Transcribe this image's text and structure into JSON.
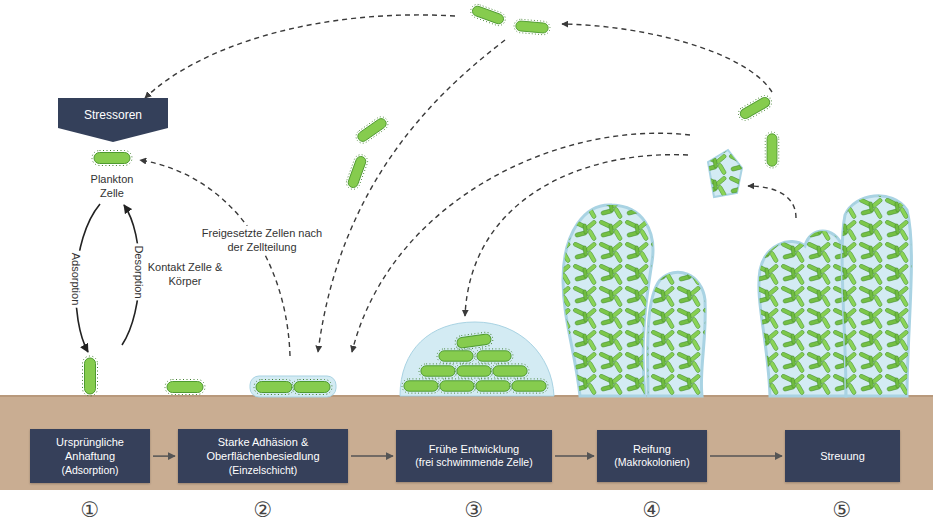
{
  "diagram": {
    "nodes": [
      {
        "text": [
          "Stressoren"
        ]
      },
      {
        "text": [
          "Ursprüngliche Anhaftung",
          "(Adsorption)"
        ]
      },
      {
        "text": [
          "Starke Adhäsion & Oberflächenbesiedlung",
          "(Einzelschicht)"
        ]
      },
      {
        "text": [
          "Frühe Entwicklung",
          "(frei schwimmende Zelle)"
        ]
      },
      {
        "text": [
          "Reifung",
          "(Makrokolonien)"
        ]
      },
      {
        "text": [
          "Streuung"
        ]
      }
    ],
    "edges": [
      {
        "from": 1,
        "to": 2,
        "arrow": "to"
      },
      {
        "from": 2,
        "to": 3,
        "arrow": "to"
      },
      {
        "from": 3,
        "to": 4,
        "arrow": "to"
      },
      {
        "from": 4,
        "to": 5,
        "arrow": "to"
      }
    ],
    "labels": [
      "Plankton Zelle",
      "Adsorption",
      "Desorption",
      "Kontakt Zelle & Körper",
      "Freigesetzte Zellen nach der Zellteilung",
      "①",
      "②",
      "③",
      "④",
      "⑤"
    ]
  }
}
